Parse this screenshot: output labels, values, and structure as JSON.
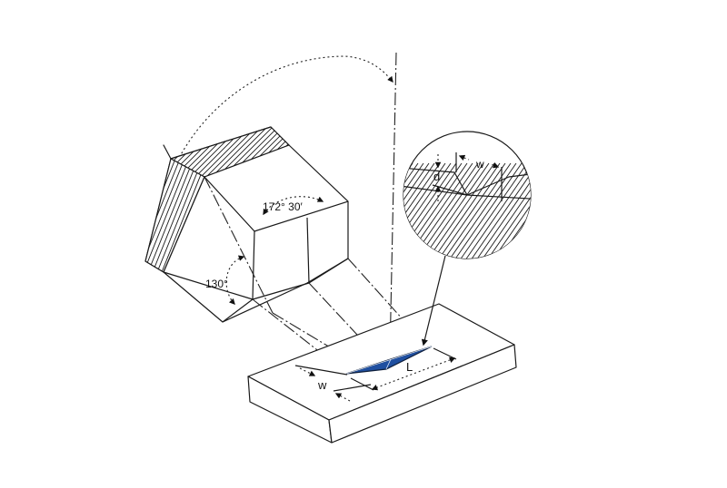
{
  "labels": {
    "face_angle": "172° 30′",
    "side_angle": "130°",
    "indent_length": "L",
    "indent_width": "w",
    "detail_depth": "d",
    "detail_width": "w"
  },
  "colors": {
    "indentation_fill": "#1f4fa0",
    "line": "#1a1a1a",
    "background": "#ffffff"
  }
}
